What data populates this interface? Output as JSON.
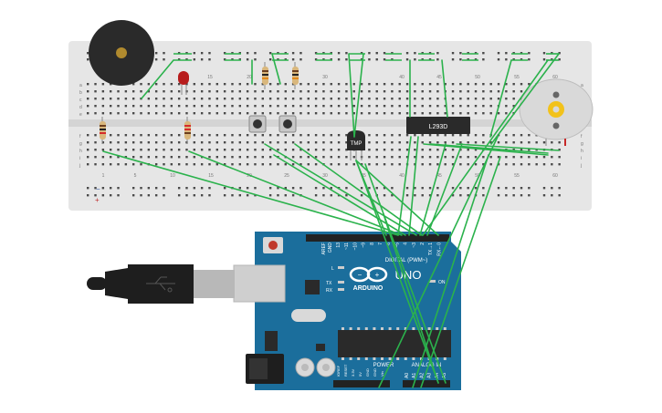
{
  "breadboard": {
    "top_numbers": [
      "15",
      "20",
      "30",
      "40",
      "45",
      "50",
      "55",
      "60"
    ],
    "bottom_numbers": [
      "1",
      "5",
      "10",
      "15",
      "20",
      "25",
      "30",
      "35",
      "40",
      "45",
      "50",
      "55",
      "60"
    ],
    "row_letters_top": [
      "a",
      "b",
      "c",
      "d",
      "e"
    ],
    "row_letters_bottom": [
      "f",
      "g",
      "h",
      "i",
      "j"
    ]
  },
  "components": {
    "temp_sensor_label": "TMP",
    "driver_chip_label": "L293D"
  },
  "arduino": {
    "aref_label": "AREF",
    "gnd_label": "GND",
    "digital_pin_labels": [
      "13",
      "~11",
      "~10",
      "~9",
      "8",
      "7",
      "~6",
      "~5",
      "4",
      "~3",
      "2",
      "TX→1",
      "RX←0"
    ],
    "digital_header_label": "DIGITAL (PWM~)",
    "led_l_label": "L",
    "led_tx_label": "TX",
    "led_rx_label": "RX",
    "brand_label": "ARDUINO",
    "model_label": "UNO",
    "on_label": "ON",
    "power_label": "POWER",
    "analog_label": "ANALOG IN",
    "power_pin_labels": [
      "IOREF",
      "RESET",
      "3.3V",
      "5V",
      "GND",
      "GND",
      "Vin"
    ],
    "analog_pin_labels": [
      "A0",
      "A1",
      "A2",
      "A3",
      "A4",
      "A5"
    ]
  },
  "colors": {
    "breadboard": "#e6e6e6",
    "hole": "#4a4a4a",
    "wire": "#2bb24c",
    "board": "#1b6e9c",
    "board_dark": "#0f4f72",
    "header": "#222222",
    "resistor": "#d9b77c",
    "led_red": "#b71c1c",
    "buzzer": "#2a2a2a",
    "motor": "#d9d9d9",
    "gear": "#f2c21b",
    "usb_body": "#1e1e1e",
    "usb_metal": "#cfcfcf"
  }
}
